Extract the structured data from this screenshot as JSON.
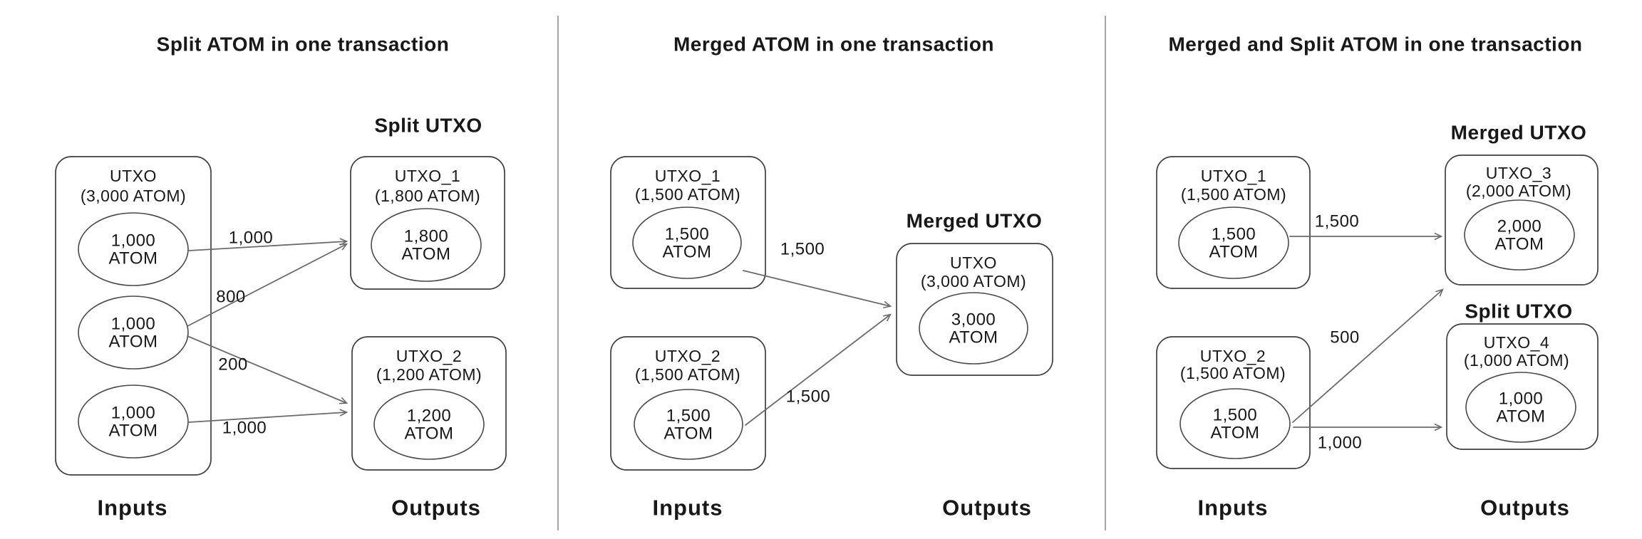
{
  "colors": {
    "background": "#ffffff",
    "box_stroke": "#3f3f3f",
    "ellipse_stroke": "#4a4a4a",
    "arrow": "#6b6b6b",
    "text": "#181818",
    "divider": "#9a9a9a"
  },
  "panels": [
    {
      "title": "Split ATOM in one transaction",
      "split_label": "Split UTXO",
      "inputs_label": "Inputs",
      "outputs_label": "Outputs",
      "boxes": [
        {
          "name": "UTXO",
          "amount": "(3,000 ATOM)",
          "coins": [
            {
              "value": "1,000",
              "unit": "ATOM"
            },
            {
              "value": "1,000",
              "unit": "ATOM"
            },
            {
              "value": "1,000",
              "unit": "ATOM"
            }
          ]
        },
        {
          "name": "UTXO_1",
          "amount": "(1,800 ATOM)",
          "coins": [
            {
              "value": "1,800",
              "unit": "ATOM"
            }
          ]
        },
        {
          "name": "UTXO_2",
          "amount": "(1,200 ATOM)",
          "coins": [
            {
              "value": "1,200",
              "unit": "ATOM"
            }
          ]
        }
      ],
      "arrow_labels": [
        "1,000",
        "800",
        "200",
        "1,000"
      ]
    },
    {
      "title": "Merged ATOM in one transaction",
      "merged_label": "Merged UTXO",
      "inputs_label": "Inputs",
      "outputs_label": "Outputs",
      "boxes": [
        {
          "name": "UTXO_1",
          "amount": "(1,500 ATOM)",
          "coins": [
            {
              "value": "1,500",
              "unit": "ATOM"
            }
          ]
        },
        {
          "name": "UTXO_2",
          "amount": "(1,500 ATOM)",
          "coins": [
            {
              "value": "1,500",
              "unit": "ATOM"
            }
          ]
        },
        {
          "name": "UTXO",
          "amount": "(3,000 ATOM)",
          "coins": [
            {
              "value": "3,000",
              "unit": "ATOM"
            }
          ]
        }
      ],
      "arrow_labels": [
        "1,500",
        "1,500"
      ]
    },
    {
      "title": "Merged and Split ATOM in one transaction",
      "merged_label": "Merged UTXO",
      "split_label": "Split UTXO",
      "inputs_label": "Inputs",
      "outputs_label": "Outputs",
      "boxes": [
        {
          "name": "UTXO_1",
          "amount": "(1,500 ATOM)",
          "coins": [
            {
              "value": "1,500",
              "unit": "ATOM"
            }
          ]
        },
        {
          "name": "UTXO_2",
          "amount": "(1,500 ATOM)",
          "coins": [
            {
              "value": "1,500",
              "unit": "ATOM"
            }
          ]
        },
        {
          "name": "UTXO_3",
          "amount": "(2,000 ATOM)",
          "coins": [
            {
              "value": "2,000",
              "unit": "ATOM"
            }
          ]
        },
        {
          "name": "UTXO_4",
          "amount": "(1,000 ATOM)",
          "coins": [
            {
              "value": "1,000",
              "unit": "ATOM"
            }
          ]
        }
      ],
      "arrow_labels": [
        "1,500",
        "500",
        "1,000"
      ]
    }
  ]
}
